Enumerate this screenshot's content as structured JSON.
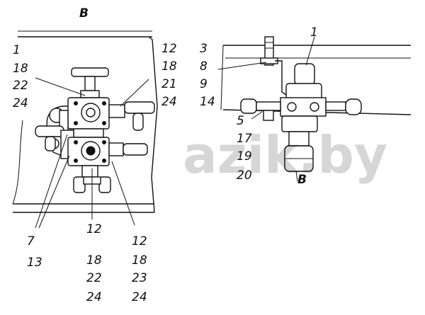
{
  "view_label": "B",
  "view_marker": "B",
  "watermark": "azik.by",
  "left_view": {
    "left_stack": [
      "1",
      "18",
      "22",
      "24"
    ],
    "right_stack": [
      "12",
      "18",
      "21",
      "24"
    ],
    "bottom_left": [
      "7",
      "13"
    ],
    "bottom_center": [
      "12",
      "18",
      "22",
      "24"
    ],
    "bottom_right": [
      "12",
      "18",
      "23",
      "24"
    ]
  },
  "right_view": {
    "top": "1",
    "left_stack": [
      "3",
      "8",
      "9",
      "14"
    ],
    "lower_stack": [
      "5",
      "17",
      "19",
      "20"
    ]
  }
}
